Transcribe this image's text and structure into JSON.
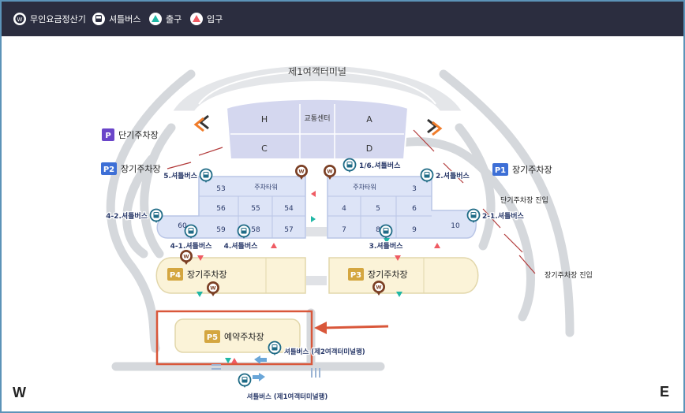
{
  "legend": {
    "kiosk": "무인요금정산기",
    "shuttle": "셔틀버스",
    "exit": "출구",
    "entrance": "입구"
  },
  "terminal": "제1여객터미널",
  "transport_center": "교통센터",
  "zones": {
    "h": "H",
    "a": "A",
    "c": "C",
    "d": "D"
  },
  "parking": {
    "p_short": {
      "badge": "P",
      "label": "단기주차장"
    },
    "p2": {
      "badge": "P2",
      "label": "장기주차장"
    },
    "p1": {
      "badge": "P1",
      "label": "장기주차장"
    },
    "p3": {
      "badge": "P3",
      "label": "장기주차장"
    },
    "p4": {
      "badge": "P4",
      "label": "장기주차장"
    },
    "p5": {
      "badge": "P5",
      "label": "예약주차장"
    }
  },
  "towers": {
    "left": "주차타워",
    "right": "주차타워"
  },
  "blocks": {
    "b53": "53",
    "b56": "56",
    "b55": "55",
    "b54": "54",
    "b59": "59",
    "b58": "58",
    "b57": "57",
    "b60": "60",
    "b3": "3",
    "b4": "4",
    "b5": "5",
    "b6": "6",
    "b7": "7",
    "b8": "8",
    "b9": "9",
    "b10": "10"
  },
  "shuttle_stops": {
    "s1_6": "1/6.셔틀버스",
    "s5": "5.셔틀버스",
    "s2": "2.셔틀버스",
    "s4_2": "4-2.셔틀버스",
    "s2_1": "2-1.셔틀버스",
    "s4_1": "4-1.셔틀버스",
    "s4": "4.셔틀버스",
    "s3": "3.셔틀버스",
    "s_p5": "셔틀버스 (제2여객터미널행)",
    "s_bottom": "셔틀버스 (제1여객터미널행)"
  },
  "annotations": {
    "short_entry": "단기주차장 진입",
    "long_entry": "장기주차장 진입"
  },
  "compass": {
    "west": "W",
    "east": "E"
  },
  "colors": {
    "legend_bg": "#2b2d3f",
    "road": "#d5d8dc",
    "terminal_gray": "#e4e6e9",
    "lot_blue": "#dde4f7",
    "lot_yellow": "#fbf3d8",
    "badge_blue": "#3d6fd6",
    "badge_purple": "#6a45c9",
    "badge_gold": "#d4a640",
    "shuttle_teal": "#1f6b86",
    "kiosk_brown": "#7b3f24",
    "highlight": "#d9573a"
  }
}
